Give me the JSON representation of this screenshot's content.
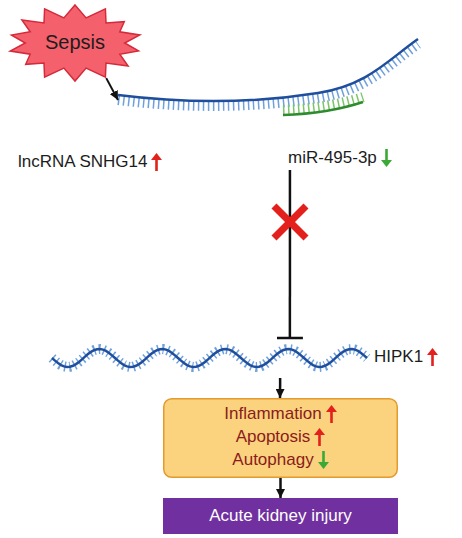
{
  "diagram": {
    "nodes": [
      {
        "text": [
          "Sepsis"
        ]
      },
      {
        "text": [
          "lncRNA SNHG14"
        ]
      },
      {
        "text": [
          "miR-495-3p"
        ]
      },
      {
        "text": [
          "HIPK1"
        ]
      },
      {
        "text": [
          "Inflammation",
          "Apoptosis",
          "Autophagy"
        ]
      },
      {
        "text": [
          "Acute kidney injury"
        ]
      }
    ],
    "edges": [
      {
        "from": 0,
        "to": 1,
        "arrow": "to"
      },
      {
        "from": 2,
        "to": 3,
        "arrow": "to"
      },
      {
        "from": 3,
        "to": 4,
        "arrow": "to"
      },
      {
        "from": 4,
        "to": 5,
        "arrow": "to"
      }
    ]
  }
}
